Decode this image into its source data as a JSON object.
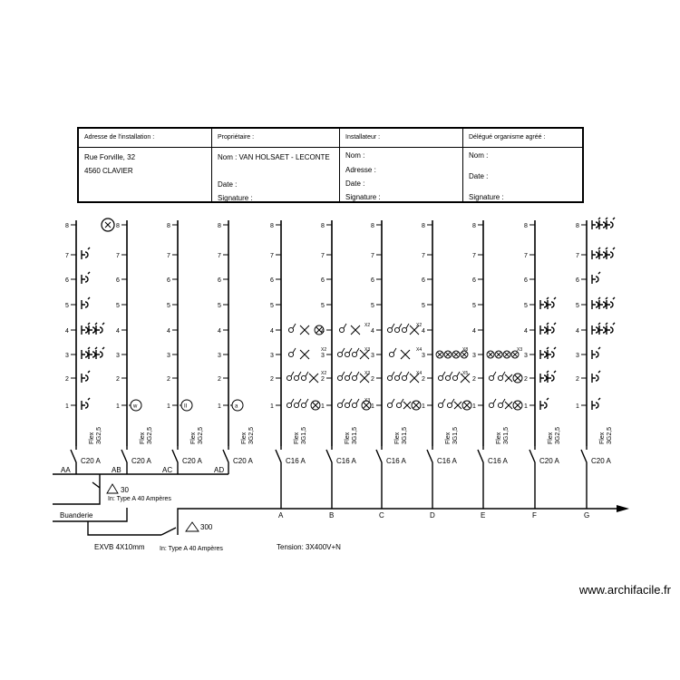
{
  "info": {
    "address": {
      "header": "Adresse de l'installation :",
      "line1": "Rue Forville, 32",
      "line2": "4560 CLAVIER"
    },
    "owner": {
      "header": "Propriétaire :",
      "name": "Nom : VAN HOLSAET - LECONTE",
      "date": "Date :",
      "signature": "Signature :"
    },
    "installer": {
      "header": "Installateur :",
      "name": "Nom :",
      "address": "Adresse :",
      "date": "Date :",
      "signature": "Signature :"
    },
    "delegate": {
      "header": "Délégué organisme agréé :",
      "name": "Nom :",
      "date": "Date :",
      "signature": "Signature :"
    }
  },
  "position_labels": [
    "8",
    "7",
    "6",
    "5",
    "4",
    "3",
    "2",
    "1"
  ],
  "circuits": [
    {
      "id": "AA",
      "breaker": "C20 A",
      "cable": "Flex 3G2,5",
      "symbols": {
        "8": "lamp-circle",
        "7": "socket",
        "6": "socket",
        "5": "socket",
        "4": "socket3",
        "3": "socket3",
        "2": "socket",
        "1": "socket"
      }
    },
    {
      "id": "AB",
      "breaker": "C20 A",
      "cable": "Flex 3G2,5",
      "symbols": {
        "1": "appliance-w"
      }
    },
    {
      "id": "AC",
      "breaker": "C20 A",
      "cable": "Flex 3G2,5",
      "symbols": {
        "1": "appliance-ii"
      }
    },
    {
      "id": "AD",
      "breaker": "C20 A",
      "cable": "Flex 3G2,5",
      "symbols": {
        "1": "appliance-a"
      }
    },
    {
      "id": "A",
      "breaker": "C16 A",
      "cable": "Flex 3G1,5",
      "symbols": {
        "4": "switch-light",
        "3": "switch-x2",
        "2": "switches-x",
        "1": "switches-lamp"
      }
    },
    {
      "id": "B",
      "breaker": "C16 A",
      "cable": "Flex 3G1,5",
      "symbols": {
        "4": "switch-x",
        "3": "switches-x3",
        "2": "switches-x3",
        "1": "switches-lamp"
      }
    },
    {
      "id": "C",
      "breaker": "C16 A",
      "cable": "Flex 3G1,5",
      "symbols": {
        "4": "switches-x2",
        "3": "switch-x4",
        "2": "switches-x4",
        "1": "switch-lamp"
      }
    },
    {
      "id": "D",
      "breaker": "C16 A",
      "cable": "Flex 3G1,5",
      "symbols": {
        "3": "lamps-x8",
        "2": "switches-x5",
        "1": "switch-lamp"
      }
    },
    {
      "id": "E",
      "breaker": "C16 A",
      "cable": "Flex 3G1,5",
      "symbols": {
        "3": "lamps-x3",
        "2": "switch-lamp",
        "1": "switch-lamp"
      }
    },
    {
      "id": "F",
      "breaker": "C20 A",
      "cable": "Flex 3G2,5",
      "symbols": {
        "5": "socket2",
        "4": "socket2",
        "3": "socket2",
        "2": "socket2",
        "1": "socket"
      }
    },
    {
      "id": "G",
      "breaker": "C20 A",
      "cable": "Flex 3G2,5",
      "symbols": {
        "8": "socket3",
        "7": "socket3",
        "6": "socket",
        "5": "socket3",
        "4": "socket3",
        "3": "socket",
        "2": "socket",
        "1": "socket"
      }
    }
  ],
  "multipliers": {
    "A": {
      "3": "X2",
      "2": "X2"
    },
    "B": {
      "4": "X2",
      "3": "X3",
      "2": "X3",
      "1": "X3"
    },
    "C": {
      "4": "X2",
      "3": "X4",
      "2": "X4"
    },
    "D": {
      "3": "X8",
      "2": "X5"
    },
    "E": {
      "3": "X3"
    }
  },
  "differential_30": {
    "value": "30",
    "note": "In: Type A 40 Ampères"
  },
  "differential_300": {
    "value": "300",
    "note": "In: Type A 40 Ampères"
  },
  "buanderie_label": "Buanderie",
  "cable_main": "EXVB 4X10mm",
  "tension": "Tension: 3X400V+N",
  "watermark": "www.archifacile.fr"
}
